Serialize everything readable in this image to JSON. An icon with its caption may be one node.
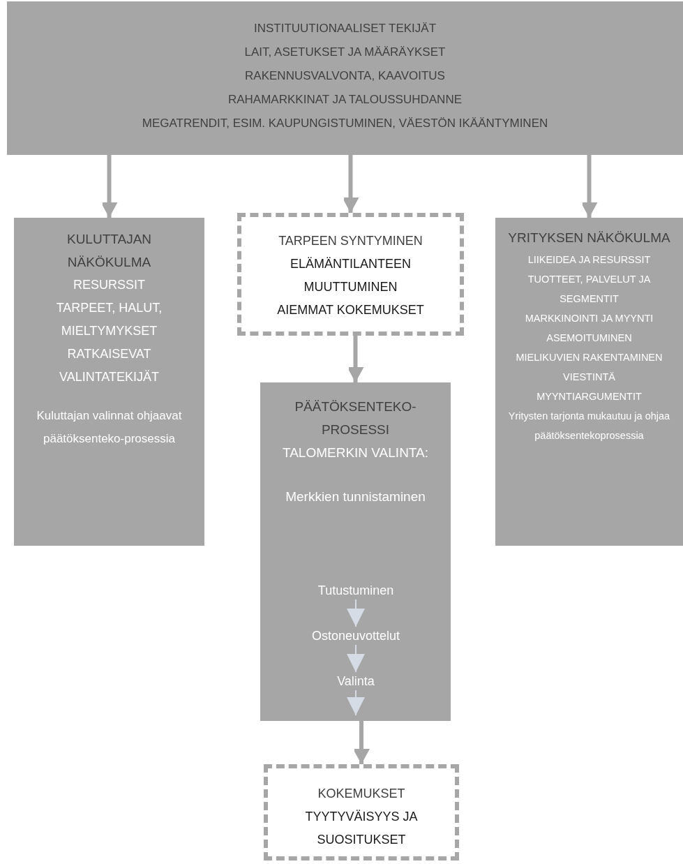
{
  "diagram": {
    "nodes": [
      {
        "text": [
          "INSTITUUTIONAALISET TEKIJÄT",
          "LAIT, ASETUKSET JA MÄÄRÄYKSET",
          "RAKENNUSVALVONTA, KAAVOITUS",
          "RAHAMARKKINAT JA TALOUSSUHDANNE",
          "MEGATRENDIT, ESIM. KAUPUNGISTUMINEN, VÄESTÖN IKÄÄNTYMINEN"
        ]
      },
      {
        "text": [
          "KULUTTAJAN NÄKÖKULMA",
          "RESURSSIT",
          "TARPEET, HALUT, MIELTYMYKSET",
          "RATKAISEVAT VALINTATEKIJÄT",
          "Kuluttajan valinnat ohjaavat päätöksenteko-prosessia"
        ]
      },
      {
        "text": [
          "TARPEEN SYNTYMINEN",
          "ELÄMÄNTILANTEEN MUUTTUMINEN",
          "AIEMMAT KOKEMUKSET"
        ]
      },
      {
        "text": [
          "YRITYKSEN NÄKÖKULMA",
          "LIIKEIDEA JA RESURSSIT",
          "TUOTTEET, PALVELUT JA SEGMENTIT",
          "MARKKINOINTI JA MYYNTI",
          "ASEMOITUMINEN",
          "MIELIKUVIEN RAKENTAMINEN",
          "VIESTINTÄ",
          "MYYNTIARGUMENTIT",
          "Yritysten tarjonta mukautuu ja ohjaa päätöksentekoprosessia"
        ]
      },
      {
        "text": [
          "PÄÄTÖKSENTEKO-PROSESSI",
          "TALOMERKIN VALINTA:",
          "Merkkien tunnistaminen"
        ]
      },
      {
        "text": [
          "Tutustuminen"
        ],
        "in": 4
      },
      {
        "text": [
          "Ostoneuvottelut"
        ],
        "in": 4
      },
      {
        "text": [
          "Valinta"
        ],
        "in": 4
      },
      {
        "text": [
          "KOKEMUKSET",
          "TYYTYVÄISYYS JA SUOSITUKSET"
        ]
      }
    ],
    "edges": [
      {
        "from": 0,
        "to": 1,
        "arrow": "to"
      },
      {
        "from": 0,
        "to": 2,
        "arrow": "to"
      },
      {
        "from": 0,
        "to": 3,
        "arrow": "to"
      },
      {
        "from": 2,
        "to": 4,
        "arrow": "to"
      },
      {
        "from": 5,
        "to": 6,
        "arrow": "to",
        "color": "#d6dce5"
      },
      {
        "from": 6,
        "to": 7,
        "arrow": "to",
        "color": "#d6dce5"
      },
      {
        "from": 7,
        "to": null,
        "arrow": "to",
        "color": "#d6dce5"
      },
      {
        "from": 4,
        "to": 8,
        "arrow": "to"
      }
    ]
  }
}
